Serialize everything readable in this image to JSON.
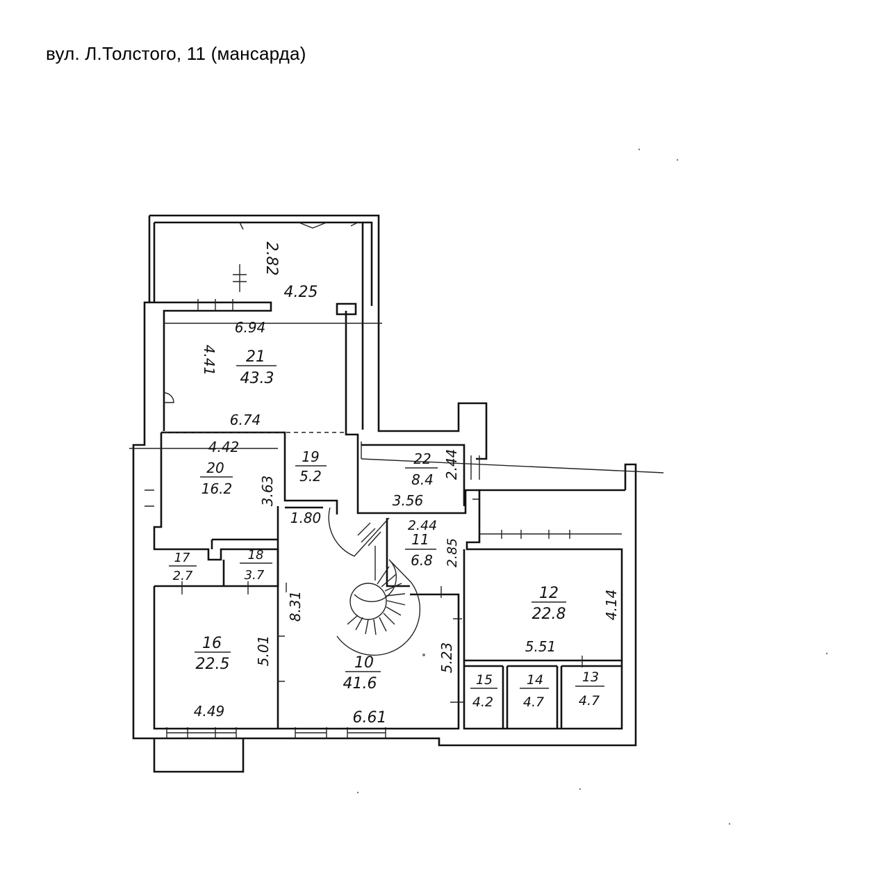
{
  "title": "вул. Л.Толстого, 11 (мансарда)",
  "rooms": {
    "r21": {
      "number": "21",
      "area": "43.3"
    },
    "r20": {
      "number": "20",
      "area": "16.2"
    },
    "r19": {
      "number": "19",
      "area": "5.2"
    },
    "r22": {
      "number": "22",
      "area": "8.4"
    },
    "r11": {
      "number": "11",
      "area": "6.8"
    },
    "r17": {
      "number": "17",
      "area": "2.7"
    },
    "r18": {
      "number": "18",
      "area": "3.7"
    },
    "r16": {
      "number": "16",
      "area": "22.5"
    },
    "r10": {
      "number": "10",
      "area": "41.6"
    },
    "r12": {
      "number": "12",
      "area": "22.8"
    },
    "r15": {
      "number": "15",
      "area": "4.2"
    },
    "r14": {
      "number": "14",
      "area": "4.7"
    },
    "r13": {
      "number": "13",
      "area": "4.7"
    }
  },
  "dimensions": {
    "top_height": "2.82",
    "top_width": "4.25",
    "r21_top": "6.94",
    "r21_side": "4.41",
    "r21_bottom": "6.74",
    "r20_top": "4.42",
    "r20_side": "3.63",
    "r22_side": "2.44",
    "r22_bottom": "3.56",
    "r11_top": "2.44",
    "r11_side": "2.85",
    "stair_width": "1.80",
    "r10_side": "8.31",
    "r16_side": "5.01",
    "r16_bottom": "4.49",
    "r10_bottom": "6.61",
    "r10_right": "5.23",
    "r12_side": "4.14",
    "r12_bottom": "5.51"
  }
}
